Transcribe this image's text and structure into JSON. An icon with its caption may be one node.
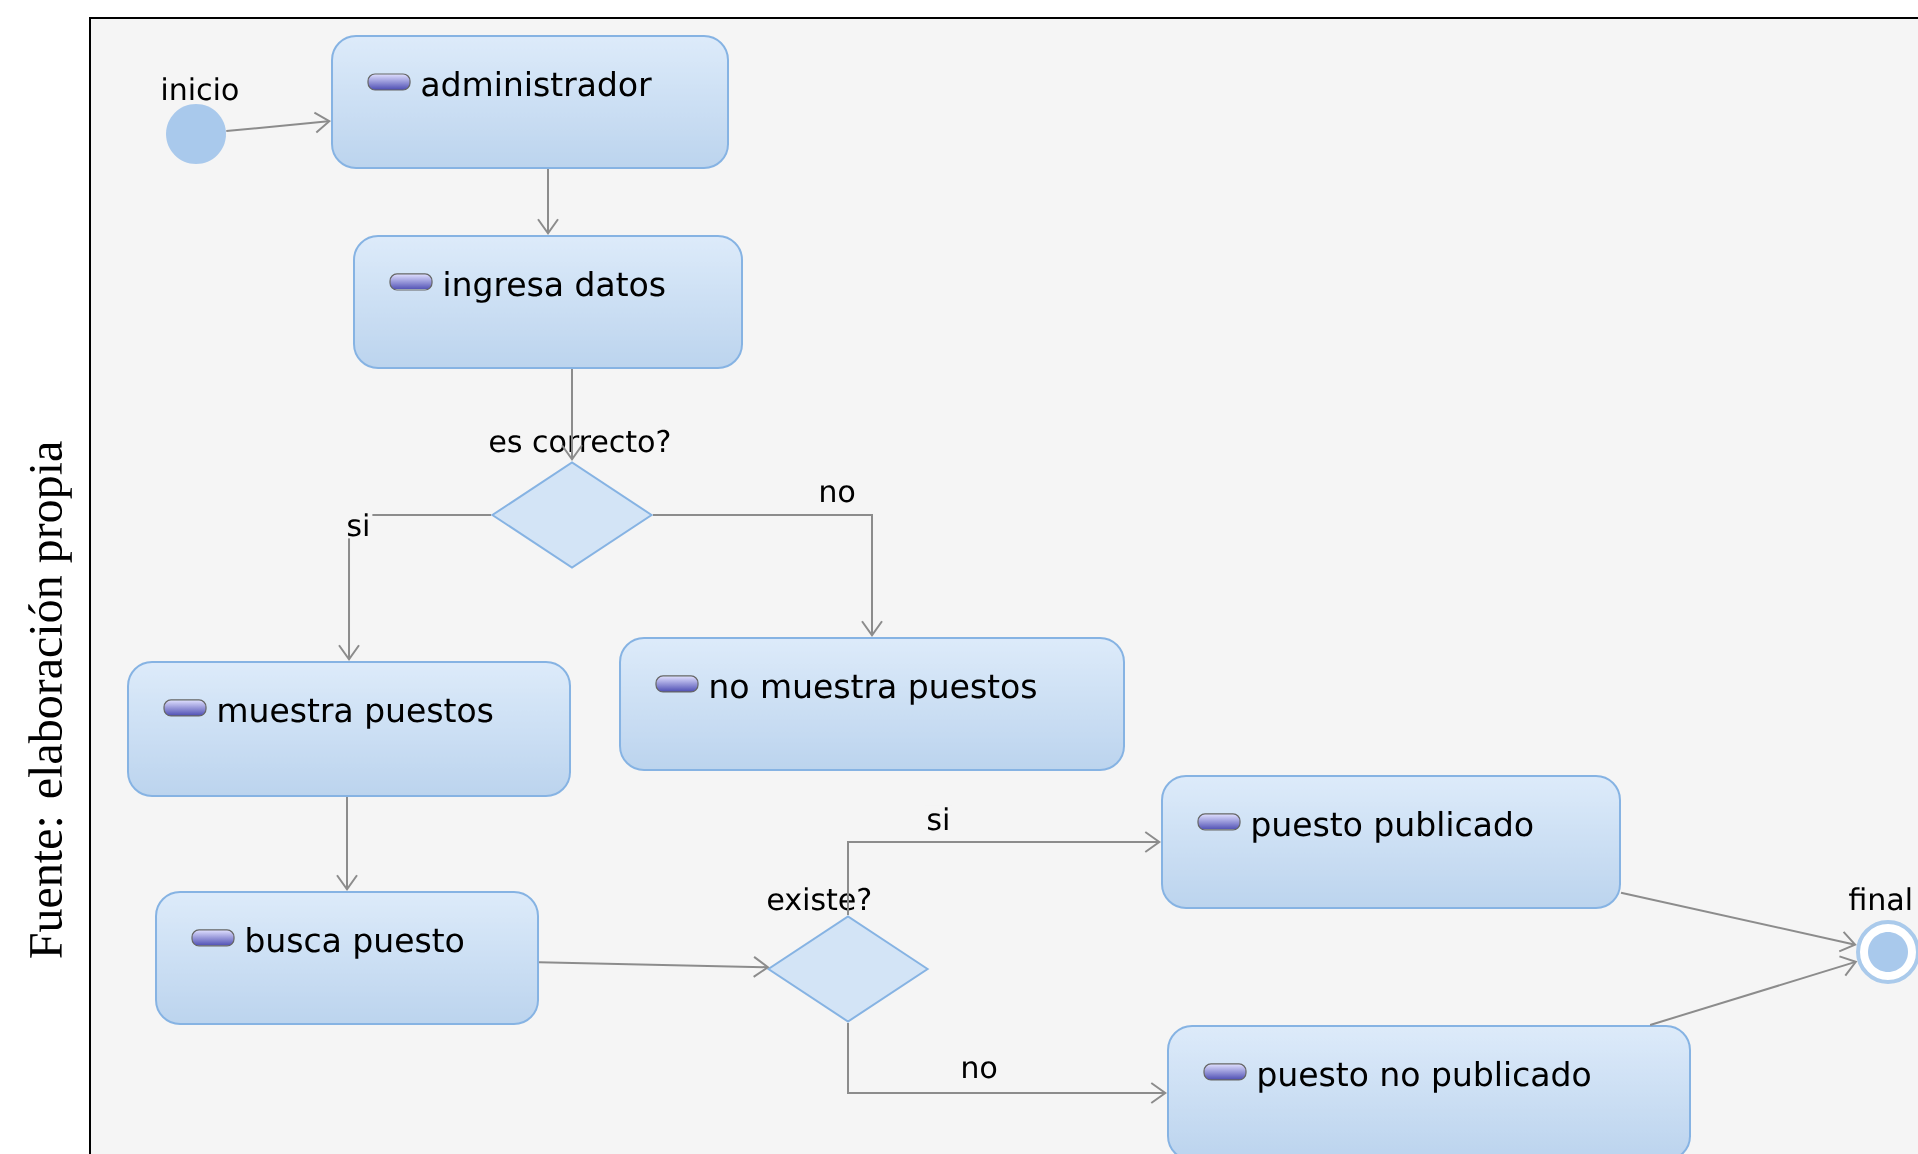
{
  "diagram": {
    "caption": "Fuente: elaboración propia",
    "nodes": [
      {
        "text": [],
        "shape": "circle",
        "beside": [
          "inicio"
        ]
      },
      {
        "text": [
          "administrador"
        ]
      },
      {
        "text": [
          "ingresa datos"
        ]
      },
      {
        "text": [],
        "shape": "diamond",
        "beside": [
          "es correcto?"
        ]
      },
      {
        "text": [
          "muestra puestos"
        ]
      },
      {
        "text": [
          "no muestra puestos"
        ]
      },
      {
        "text": [
          "busca puesto"
        ]
      },
      {
        "text": [],
        "shape": "diamond",
        "beside": [
          "existe?"
        ]
      },
      {
        "text": [
          "puesto publicado"
        ]
      },
      {
        "text": [
          "puesto no publicado"
        ]
      },
      {
        "text": [],
        "shape": "circle",
        "beside": [
          "final"
        ]
      }
    ],
    "edges": [
      {
        "from": 0,
        "to": 1,
        "arrow": "to"
      },
      {
        "from": 1,
        "to": 2,
        "arrow": "to"
      },
      {
        "from": 2,
        "to": 3,
        "arrow": "to"
      },
      {
        "from": 3,
        "to": 4,
        "label": "si",
        "arrow": "to"
      },
      {
        "from": 3,
        "to": 5,
        "label": "no",
        "arrow": "to"
      },
      {
        "from": 4,
        "to": 6,
        "arrow": "to"
      },
      {
        "from": 6,
        "to": 7,
        "arrow": "to"
      },
      {
        "from": 7,
        "to": 8,
        "label": "si",
        "arrow": "to"
      },
      {
        "from": 7,
        "to": 9,
        "label": "no",
        "arrow": "to"
      },
      {
        "from": 8,
        "to": 10,
        "arrow": "to"
      },
      {
        "from": 9,
        "to": 10,
        "arrow": "to"
      }
    ]
  }
}
